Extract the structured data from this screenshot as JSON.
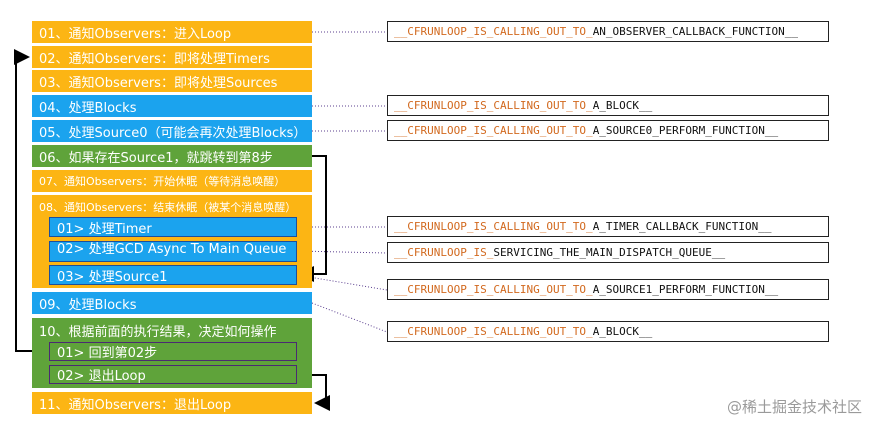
{
  "steps": {
    "s01": "01、通知Observers：进入Loop",
    "s02": "02、通知Observers：即将处理Timers",
    "s03": "03、通知Observers：即将处理Sources",
    "s04": "04、处理Blocks",
    "s05": "05、处理Source0（可能会再次处理Blocks）",
    "s06": "06、如果存在Source1，就跳转到第8步",
    "s07": "07、通知Observers：开始休眠（等待消息唤醒）",
    "s08": "08、通知Observers：结束休眠（被某个消息唤醒）",
    "s08_1": "01> 处理Timer",
    "s08_2": "02> 处理GCD Async To Main Queue",
    "s08_3": "03> 处理Source1",
    "s09": "09、处理Blocks",
    "s10": "10、根据前面的执行结果，决定如何操作",
    "s10_1": "01> 回到第02步",
    "s10_2": "02> 退出Loop",
    "s11": "11、通知Observers：退出Loop"
  },
  "functions": [
    {
      "prefix": "__CFRUNLOOP_IS_CALLING_OUT_TO_",
      "suffix": "AN_OBSERVER_CALLBACK_FUNCTION__"
    },
    {
      "prefix": "__CFRUNLOOP_IS_CALLING_OUT_TO_",
      "suffix": "A_BLOCK__"
    },
    {
      "prefix": "__CFRUNLOOP_IS_CALLING_OUT_TO_",
      "suffix": "A_SOURCE0_PERFORM_FUNCTION__"
    },
    {
      "prefix": "__CFRUNLOOP_IS_CALLING_OUT_TO_",
      "suffix": "A_TIMER_CALLBACK_FUNCTION__"
    },
    {
      "prefix": "__CFRUNLOOP_IS_",
      "suffix": "SERVICING_THE_MAIN_DISPATCH_QUEUE__"
    },
    {
      "prefix": "__CFRUNLOOP_IS_CALLING_OUT_TO_",
      "suffix": "A_SOURCE1_PERFORM_FUNCTION__"
    },
    {
      "prefix": "__CFRUNLOOP_IS_CALLING_OUT_TO_",
      "suffix": "A_BLOCK__"
    }
  ],
  "watermark": "@稀土掘金技术社区",
  "colors": {
    "orange": "#fcb514",
    "blue": "#1ba3ee",
    "green": "#5fa33a",
    "connector": "#5b3f8f",
    "arrow": "#000000"
  }
}
